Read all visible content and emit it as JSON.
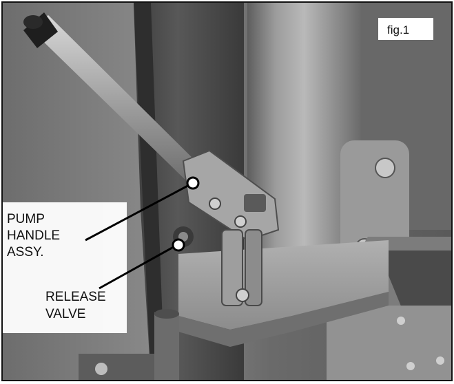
{
  "figure": {
    "label": "fig.1"
  },
  "callouts": [
    {
      "lines": [
        "PUMP",
        "HANDLE",
        "ASSY."
      ]
    },
    {
      "lines": [
        "RELEASE",
        "VALVE"
      ]
    }
  ],
  "colors": {
    "frame": "#111111",
    "callout_line": "#000000",
    "background": "#7a7a7a"
  }
}
